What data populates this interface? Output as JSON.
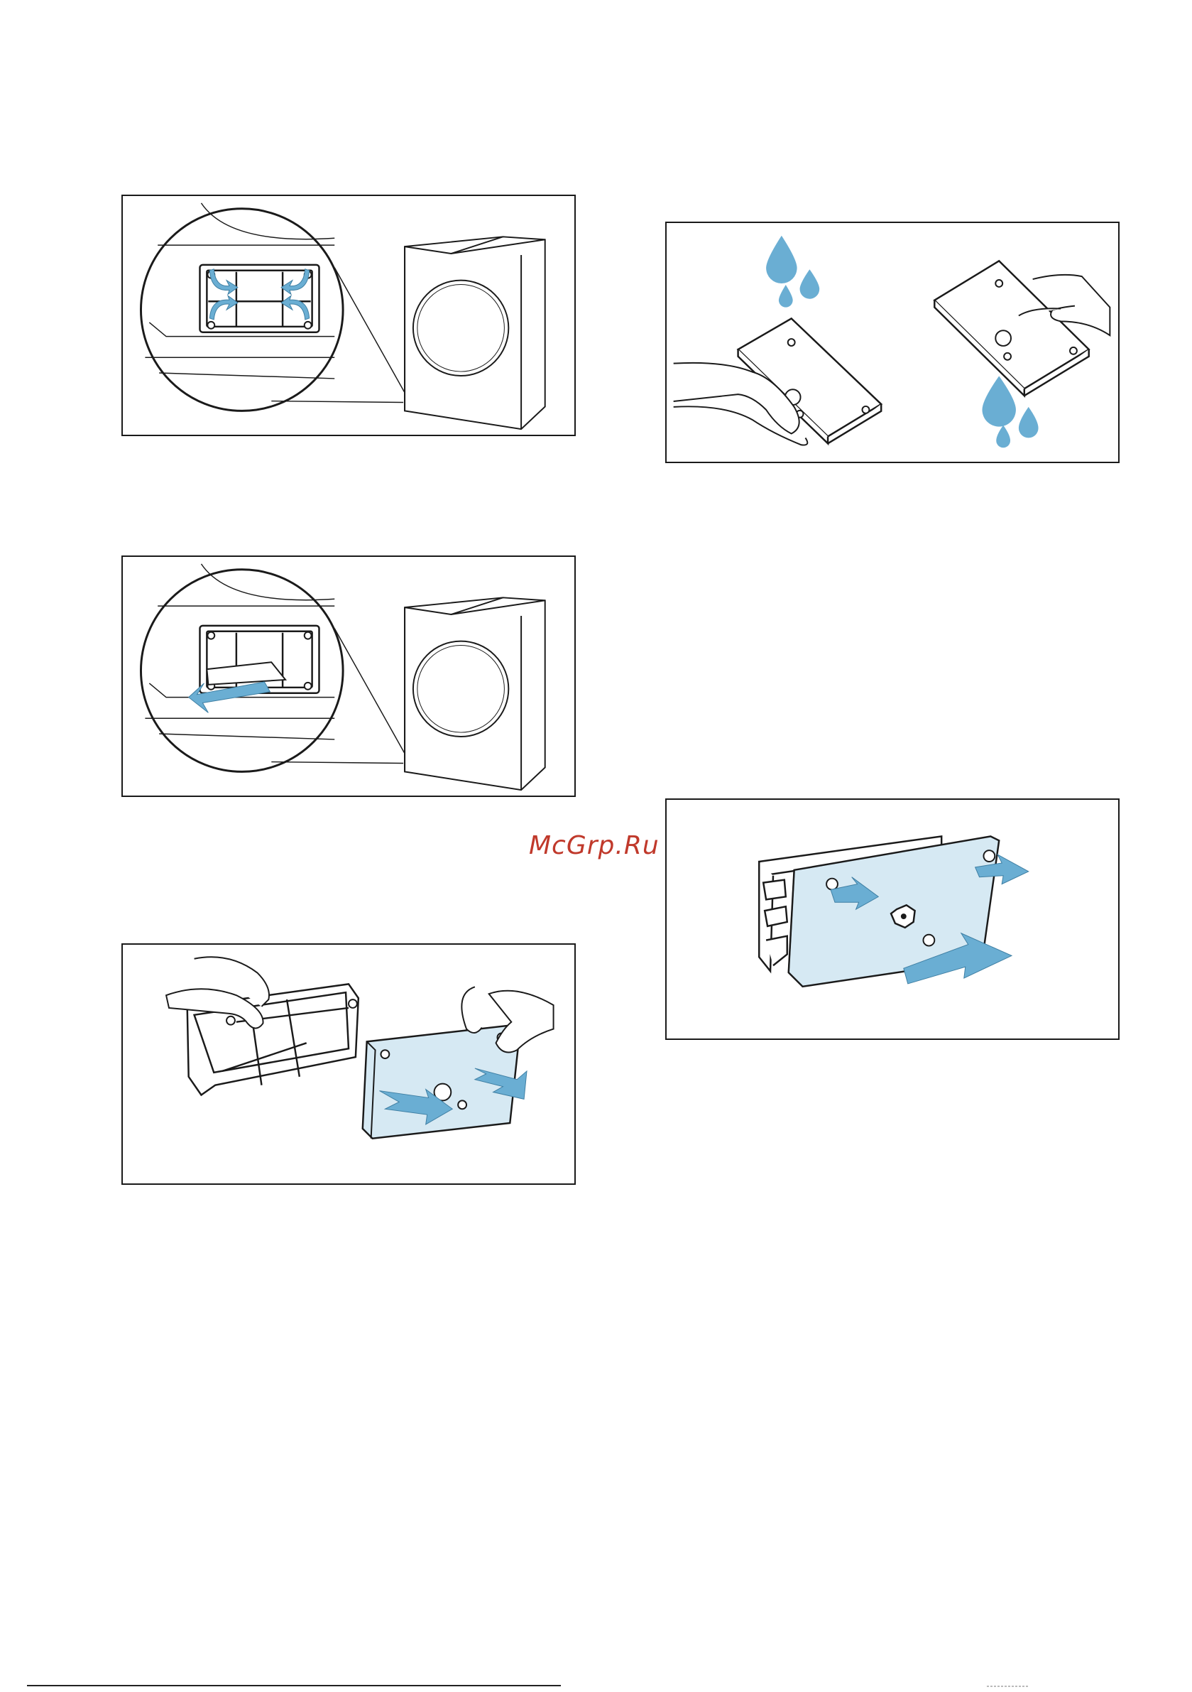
{
  "watermark": {
    "text": "McGrp.Ru",
    "color": "#c0392b"
  },
  "colors": {
    "accent_blue": "#6aaed3",
    "panel_fill": "#d6e9f3",
    "line": "#1a1a1a"
  },
  "figures": [
    {
      "id": "fig-1",
      "icon": "unlock-filter-frame-icon"
    },
    {
      "id": "fig-2",
      "icon": "pull-out-filter-icon"
    },
    {
      "id": "fig-3",
      "icon": "separate-filter-parts-icon"
    },
    {
      "id": "fig-4",
      "icon": "rinse-filter-under-water-icon"
    },
    {
      "id": "fig-5",
      "icon": "reassemble-filter-icon"
    }
  ]
}
